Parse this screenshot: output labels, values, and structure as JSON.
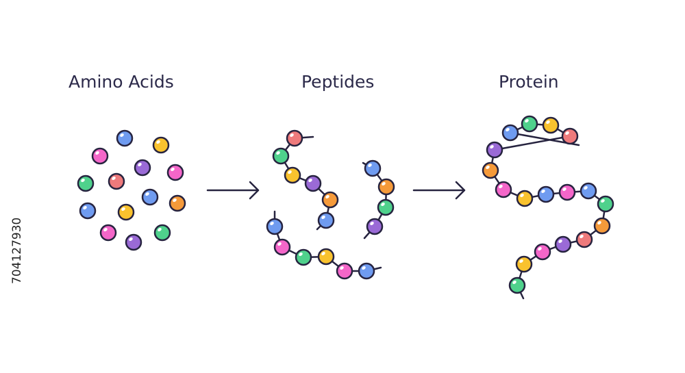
{
  "stages": {
    "amino_acids": {
      "title": "Amino Acids"
    },
    "peptides": {
      "title": "Peptides"
    },
    "protein": {
      "title": "Protein"
    }
  },
  "stock_id": "704127930",
  "colors": {
    "outline": "#26233f",
    "text": "#2c2a4a",
    "blue": "#6f9bf0",
    "yellow": "#f9c22e",
    "pink": "#f466c9",
    "purple": "#9a6ad6",
    "green": "#4fd18c",
    "red": "#ee7a7c",
    "orange": "#f59a3a"
  }
}
